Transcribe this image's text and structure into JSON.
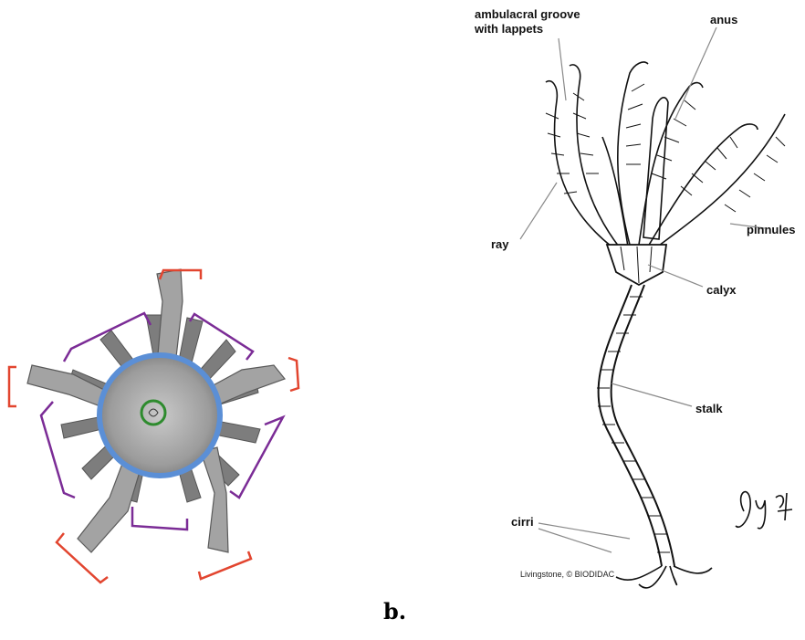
{
  "figure": {
    "panel_caption": "b.",
    "credit": "Livingstone, © BIODIDAC",
    "signature": "Guy 94",
    "labels": {
      "ambulacral_line1": "ambulacral groove",
      "ambulacral_line2": "with lappets",
      "anus": "anus",
      "ray": "ray",
      "pinnules": "pinnules",
      "calyx": "calyx",
      "stalk": "stalk",
      "cirri": "cirri"
    }
  },
  "colors": {
    "ring_outer": "#5b8fd6",
    "ring_inner": "#2e8b2e",
    "bracket_red": "#e2452f",
    "bracket_purple": "#7b2c96",
    "specimen_gray": "#8a8a8a"
  }
}
